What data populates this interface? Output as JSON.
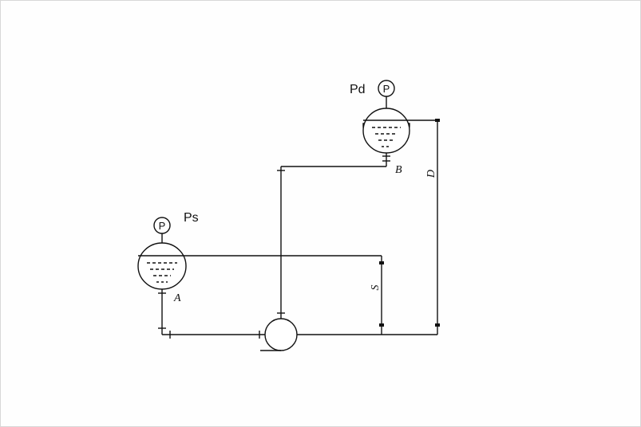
{
  "labels": {
    "discharge_pressure": "Pd",
    "suction_pressure": "Ps",
    "gauge_symbol": "P",
    "point_a": "A",
    "point_b": "B",
    "head_d": "D",
    "head_s": "S"
  }
}
